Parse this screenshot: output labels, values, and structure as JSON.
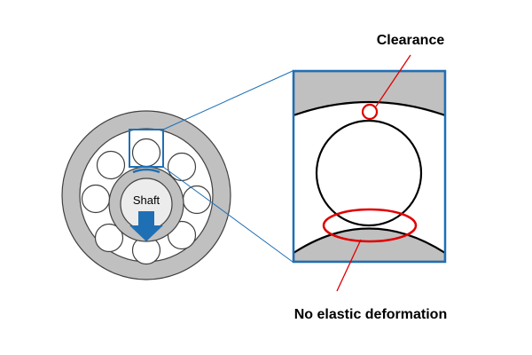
{
  "labels": {
    "clearance": "Clearance",
    "no_deformation": "No elastic deformation",
    "shaft": "Shaft"
  },
  "colors": {
    "ring_fill": "#c0c0c0",
    "ring_stroke": "#404040",
    "ball_stroke": "#404040",
    "highlight_box": "#1f6fb5",
    "callout": "#e00000",
    "load_arrow": "#1f6fb5",
    "shaft_fill": "#ececec"
  },
  "icons": {
    "load_arrow": "down-arrow-icon"
  }
}
